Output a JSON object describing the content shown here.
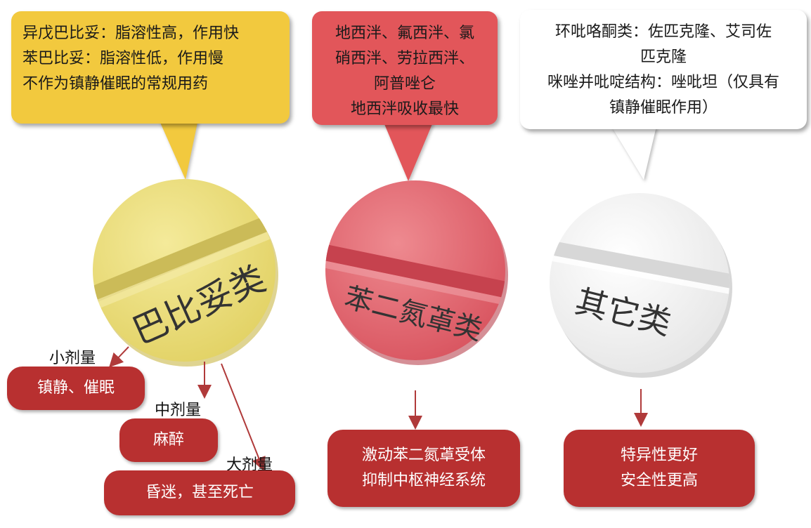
{
  "callouts": {
    "barbiturate": [
      "异戊巴比妥：脂溶性高，作用快",
      "苯巴比妥：脂溶性低，作用慢",
      "不作为镇静催眠的常规用药"
    ],
    "benzodiazepine": [
      "地西泮、氟西泮、氯",
      "硝西泮、劳拉西泮、",
      "阿普唑仑",
      "地西泮吸收最快"
    ],
    "other": [
      "环吡咯酮类：佐匹克隆、艾司佐",
      "匹克隆",
      "咪唑并吡啶结构：唑吡坦（仅具有",
      "镇静催眠作用）"
    ]
  },
  "pills": {
    "barbiturate": "巴比妥类",
    "benzodiazepine": "苯二氮䓬类",
    "other": "其它类"
  },
  "dose_labels": {
    "small": "小剂量",
    "medium": "中剂量",
    "large": "大剂量"
  },
  "effects": {
    "small": "镇静、催眠",
    "medium": "麻醉",
    "large": "昏迷，甚至死亡",
    "benzodiazepine": [
      "激动苯二氮䓬受体",
      "抑制中枢神经系统"
    ],
    "other": [
      "特异性更好",
      "安全性更高"
    ]
  },
  "colors": {
    "yellow_pill": "#ede07a",
    "red_pill": "#e06a72",
    "white_pill": "#f4f4f4",
    "effect_box": "#b83030",
    "arrow": "#b03a3a"
  }
}
